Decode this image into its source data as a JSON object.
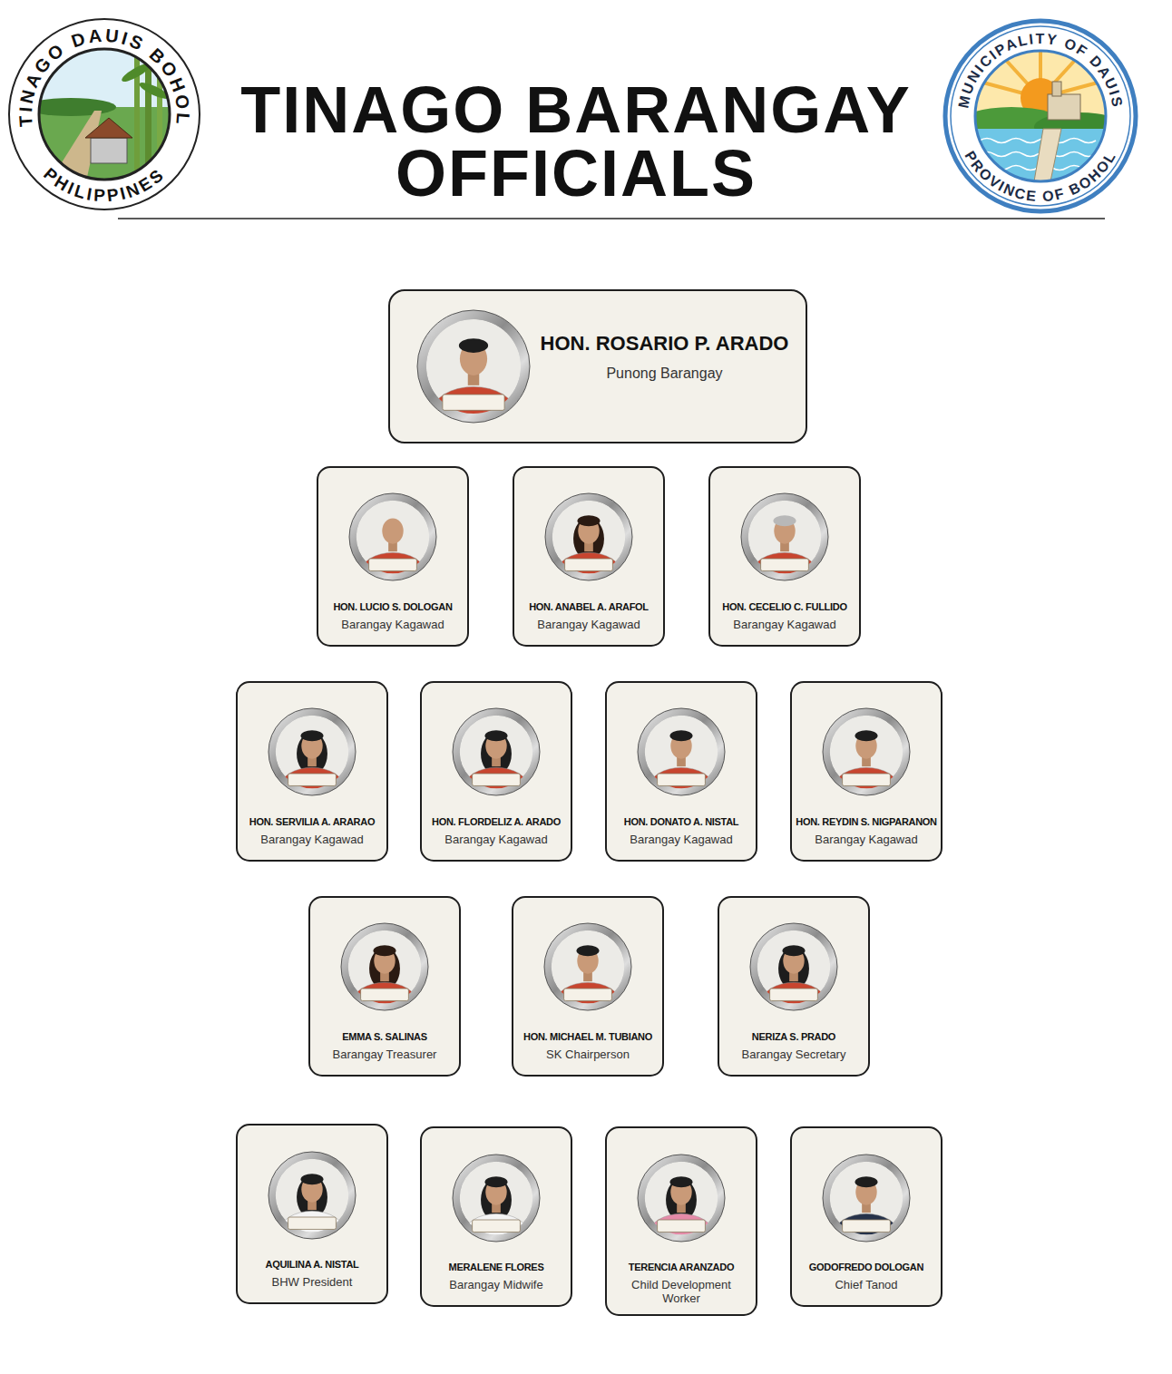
{
  "diagram": {
    "title": "TINAGO BARANGAY OFFICIALS",
    "nodes": [
      {
        "text": [
          "HON. ROSARIO P. ARADO",
          "Punong Barangay"
        ]
      },
      {
        "text": [
          "HON. LUCIO S. DOLOGAN",
          "Barangay Kagawad"
        ]
      },
      {
        "text": [
          "HON. ANABEL A. ARAFOL",
          "Barangay Kagawad"
        ]
      },
      {
        "text": [
          "HON. CECELIO C. FULLIDO",
          "Barangay Kagawad"
        ]
      },
      {
        "text": [
          "HON. SERVILIA A. ARARAO",
          "Barangay Kagawad"
        ]
      },
      {
        "text": [
          "HON. FLORDELIZ A. ARADO",
          "Barangay Kagawad"
        ]
      },
      {
        "text": [
          "HON. DONATO A. NISTAL",
          "Barangay Kagawad"
        ]
      },
      {
        "text": [
          "HON. REYDIN S. NIGPARANON",
          "Barangay Kagawad"
        ]
      },
      {
        "text": [
          "EMMA S. SALINAS",
          "Barangay Treasurer"
        ]
      },
      {
        "text": [
          "HON. MICHAEL M. TUBIANO",
          "SK Chairperson"
        ]
      },
      {
        "text": [
          "NERIZA S. PRADO",
          "Barangay Secretary"
        ]
      },
      {
        "text": [
          "AQUILINA A. NISTAL",
          "BHW President"
        ]
      },
      {
        "text": [
          "MERALENE FLORES",
          "Barangay Midwife"
        ]
      },
      {
        "text": [
          "TERENCIA ARANZADO",
          "Child Development Worker"
        ]
      },
      {
        "text": [
          "GODOFREDO DOLOGAN",
          "Chief Tanod"
        ]
      }
    ],
    "labels": [
      "TINAGO DAUIS BOHOL",
      "PHILIPPINES",
      "MUNICIPALITY OF DAUIS",
      "PROVINCE OF BOHOL"
    ]
  }
}
